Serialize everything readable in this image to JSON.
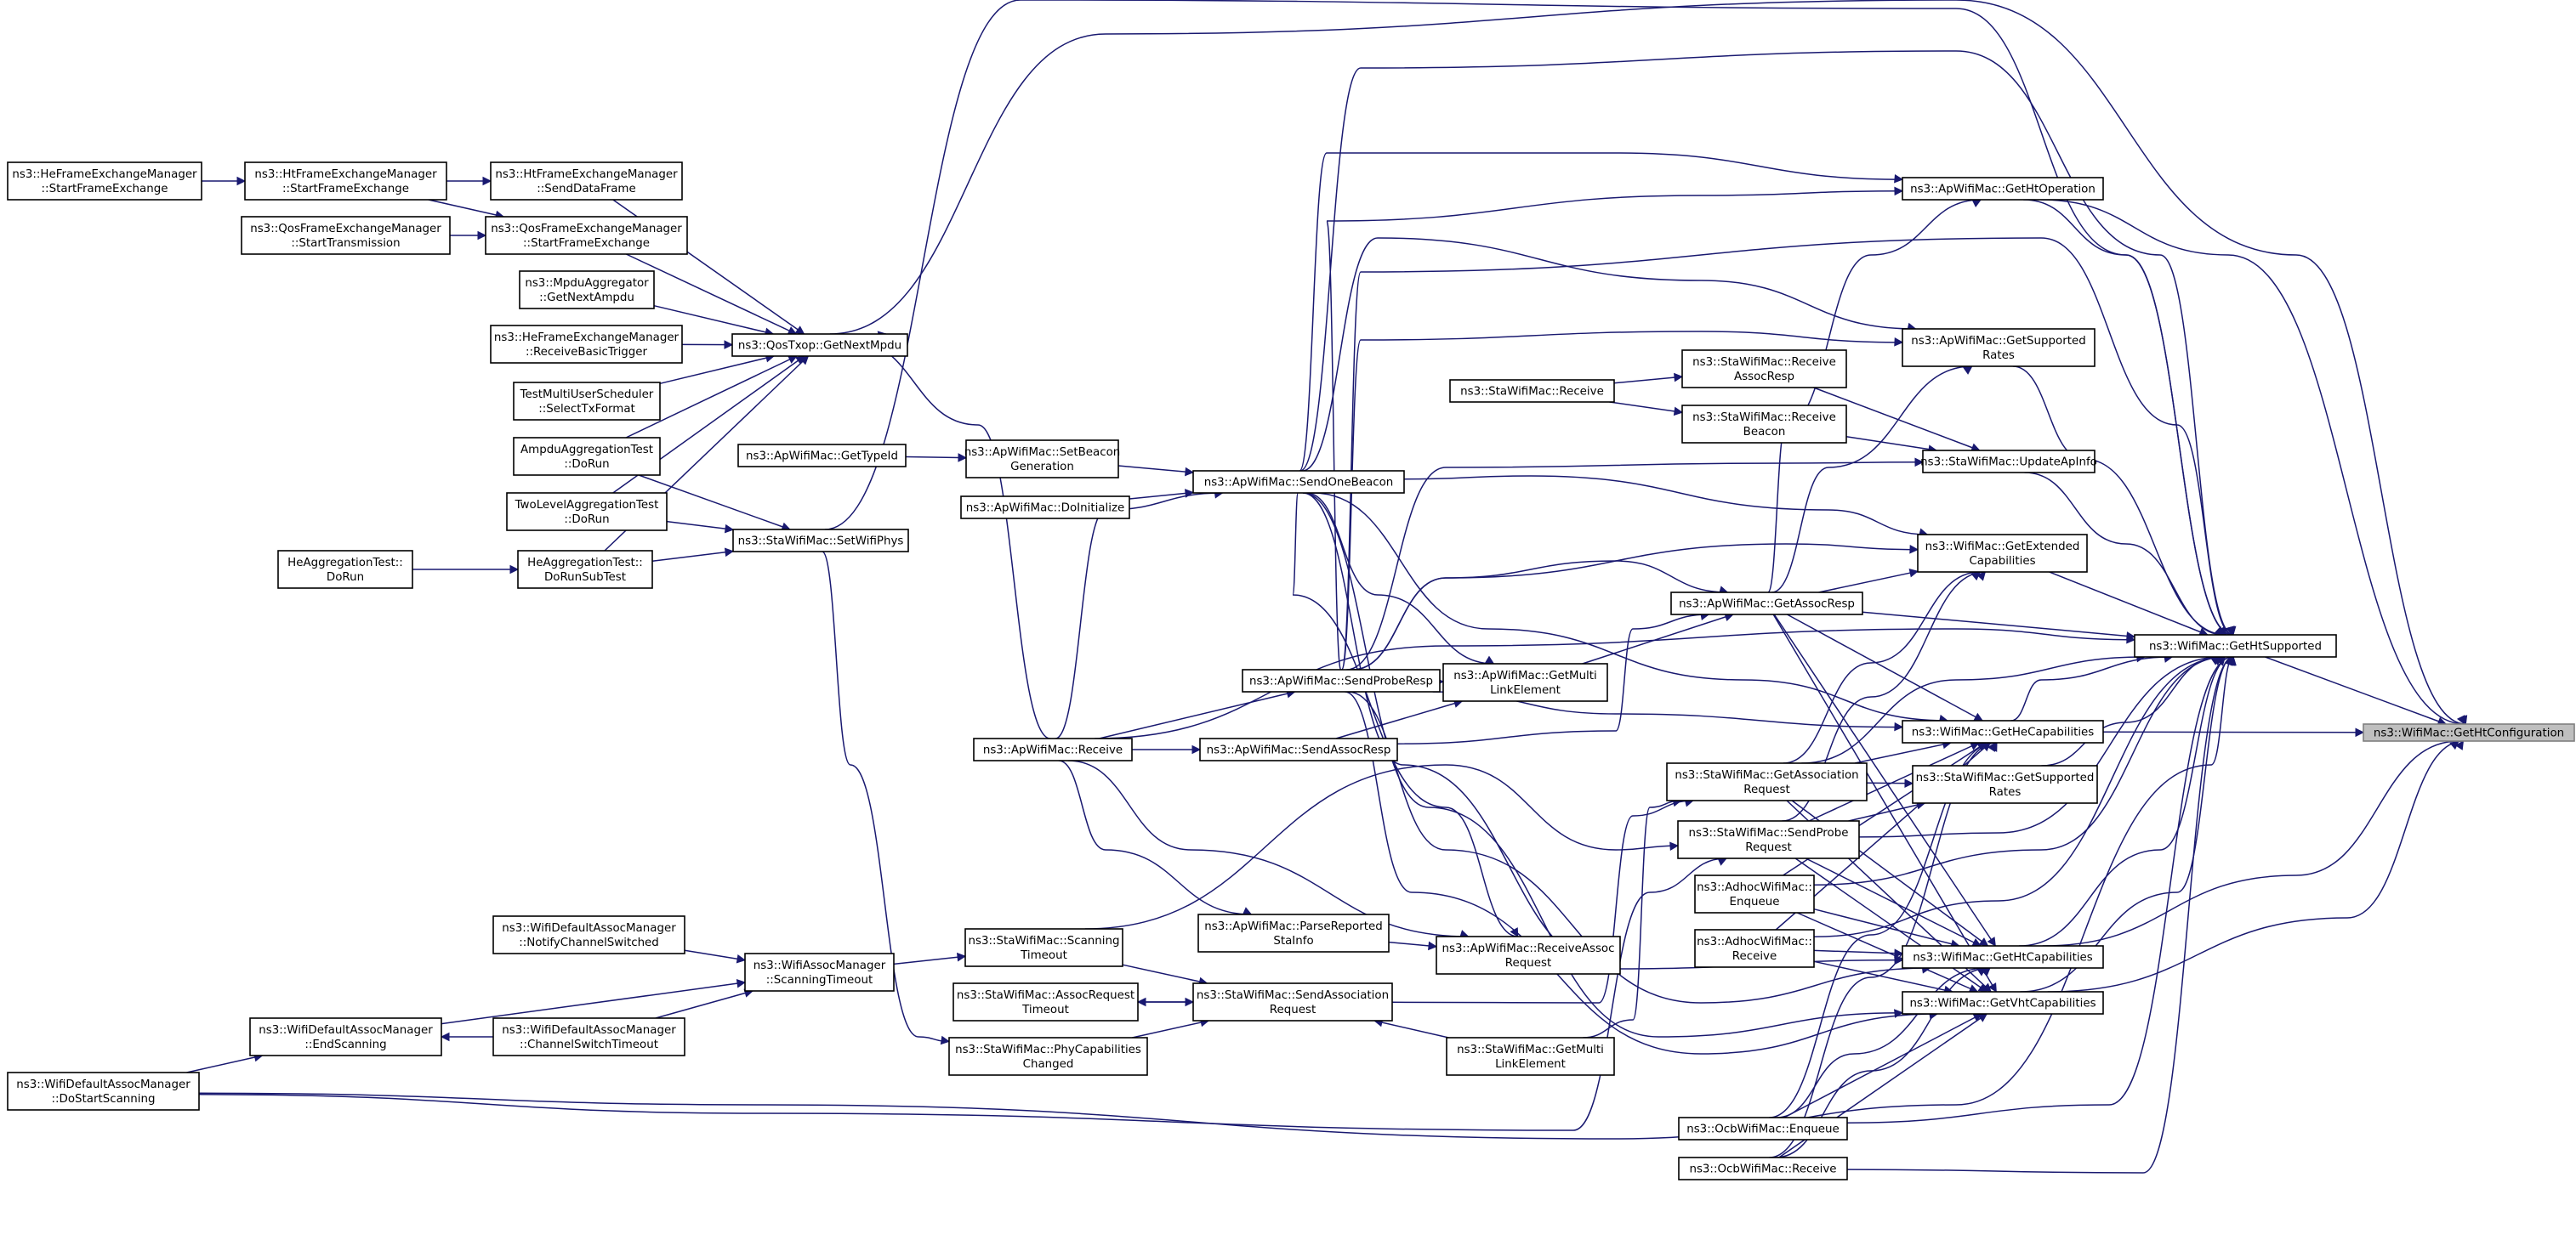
{
  "colors": {
    "edge": "#191970",
    "node_border": "#000000",
    "focus_fill": "#bfbfbf",
    "background": "#ffffff"
  },
  "nodes": [
    {
      "id": "getHtConfiguration",
      "lines": [
        "ns3::WifiMac::GetHtConfiguration"
      ],
      "focus": true
    },
    {
      "id": "getHtSupported",
      "lines": [
        "ns3::WifiMac::GetHtSupported"
      ]
    },
    {
      "id": "getHtOperation",
      "lines": [
        "ns3::ApWifiMac::GetHtOperation"
      ]
    },
    {
      "id": "apGetSupportedRates",
      "lines": [
        "ns3::ApWifiMac::GetSupported",
        "Rates"
      ]
    },
    {
      "id": "updateApInfo",
      "lines": [
        "ns3::StaWifiMac::UpdateApInfo"
      ]
    },
    {
      "id": "getExtendedCaps",
      "lines": [
        "ns3::WifiMac::GetExtended",
        "Capabilities"
      ]
    },
    {
      "id": "getHeCaps",
      "lines": [
        "ns3::WifiMac::GetHeCapabilities"
      ]
    },
    {
      "id": "staGetSupportedRates",
      "lines": [
        "ns3::StaWifiMac::GetSupported",
        "Rates"
      ]
    },
    {
      "id": "getHtCaps",
      "lines": [
        "ns3::WifiMac::GetHtCapabilities"
      ]
    },
    {
      "id": "getVhtCaps",
      "lines": [
        "ns3::WifiMac::GetVhtCapabilities"
      ]
    },
    {
      "id": "staReceiveAssocResp",
      "lines": [
        "ns3::StaWifiMac::Receive",
        "AssocResp"
      ]
    },
    {
      "id": "staReceiveBeacon",
      "lines": [
        "ns3::StaWifiMac::Receive",
        "Beacon"
      ]
    },
    {
      "id": "staReceive",
      "lines": [
        "ns3::StaWifiMac::Receive"
      ]
    },
    {
      "id": "getAssocResp",
      "lines": [
        "ns3::ApWifiMac::GetAssocResp"
      ]
    },
    {
      "id": "apGetMultiLink",
      "lines": [
        "ns3::ApWifiMac::GetMulti",
        "LinkElement"
      ]
    },
    {
      "id": "getAssocRequest",
      "lines": [
        "ns3::StaWifiMac::GetAssociation",
        "Request"
      ]
    },
    {
      "id": "sendProbeRequest",
      "lines": [
        "ns3::StaWifiMac::SendProbe",
        "Request"
      ]
    },
    {
      "id": "adhocEnqueue",
      "lines": [
        "ns3::AdhocWifiMac::",
        "Enqueue"
      ]
    },
    {
      "id": "adhocReceive",
      "lines": [
        "ns3::AdhocWifiMac::",
        "Receive"
      ]
    },
    {
      "id": "ocbEnqueue",
      "lines": [
        "ns3::OcbWifiMac::Enqueue"
      ]
    },
    {
      "id": "ocbReceive",
      "lines": [
        "ns3::OcbWifiMac::Receive"
      ]
    },
    {
      "id": "sendOneBeacon",
      "lines": [
        "ns3::ApWifiMac::SendOneBeacon"
      ]
    },
    {
      "id": "sendProbeResp",
      "lines": [
        "ns3::ApWifiMac::SendProbeResp"
      ]
    },
    {
      "id": "apReceive",
      "lines": [
        "ns3::ApWifiMac::Receive"
      ]
    },
    {
      "id": "sendAssocResp",
      "lines": [
        "ns3::ApWifiMac::SendAssocResp"
      ]
    },
    {
      "id": "parseReportedStaInfo",
      "lines": [
        "ns3::ApWifiMac::ParseReported",
        "StaInfo"
      ]
    },
    {
      "id": "receiveAssocRequest",
      "lines": [
        "ns3::ApWifiMac::ReceiveAssoc",
        "Request"
      ]
    },
    {
      "id": "sendAssociationRequest",
      "lines": [
        "ns3::StaWifiMac::SendAssociation",
        "Request"
      ]
    },
    {
      "id": "staGetMultiLink",
      "lines": [
        "ns3::StaWifiMac::GetMulti",
        "LinkElement"
      ]
    },
    {
      "id": "setBeaconGeneration",
      "lines": [
        "ns3::ApWifiMac::SetBeacon",
        "Generation"
      ]
    },
    {
      "id": "doInitialize",
      "lines": [
        "ns3::ApWifiMac::DoInitialize"
      ]
    },
    {
      "id": "getTypeId",
      "lines": [
        "ns3::ApWifiMac::GetTypeId"
      ]
    },
    {
      "id": "getNextMpdu",
      "lines": [
        "ns3::QosTxop::GetNextMpdu"
      ]
    },
    {
      "id": "setWifiPhys",
      "lines": [
        "ns3::StaWifiMac::SetWifiPhys"
      ]
    },
    {
      "id": "scanningTimeout",
      "lines": [
        "ns3::StaWifiMac::Scanning",
        "Timeout"
      ]
    },
    {
      "id": "assocRequestTimeout",
      "lines": [
        "ns3::StaWifiMac::AssocRequest",
        "Timeout"
      ]
    },
    {
      "id": "phyCapsChanged",
      "lines": [
        "ns3::StaWifiMac::PhyCapabilities",
        "Changed"
      ]
    },
    {
      "id": "assocMgrScanningTimeout",
      "lines": [
        "ns3::WifiAssocManager",
        "::ScanningTimeout"
      ]
    },
    {
      "id": "notifyChannelSwitched",
      "lines": [
        "ns3::WifiDefaultAssocManager",
        "::NotifyChannelSwitched"
      ]
    },
    {
      "id": "channelSwitchTimeout",
      "lines": [
        "ns3::WifiDefaultAssocManager",
        "::ChannelSwitchTimeout"
      ]
    },
    {
      "id": "endScanning",
      "lines": [
        "ns3::WifiDefaultAssocManager",
        "::EndScanning"
      ]
    },
    {
      "id": "doStartScanning",
      "lines": [
        "ns3::WifiDefaultAssocManager",
        "::DoStartScanning"
      ]
    },
    {
      "id": "htSendDataFrame",
      "lines": [
        "ns3::HtFrameExchangeManager",
        "::SendDataFrame"
      ]
    },
    {
      "id": "qosStartFrameExchange",
      "lines": [
        "ns3::QosFrameExchangeManager",
        "::StartFrameExchange"
      ]
    },
    {
      "id": "getNextAmpdu",
      "lines": [
        "ns3::MpduAggregator",
        "::GetNextAmpdu"
      ]
    },
    {
      "id": "receiveBasicTrigger",
      "lines": [
        "ns3::HeFrameExchangeManager",
        "::ReceiveBasicTrigger"
      ]
    },
    {
      "id": "selectTxFormat",
      "lines": [
        "TestMultiUserScheduler",
        "::SelectTxFormat"
      ]
    },
    {
      "id": "ampduAggDoRun",
      "lines": [
        "AmpduAggregationTest",
        "::DoRun"
      ]
    },
    {
      "id": "twoLevelDoRun",
      "lines": [
        "TwoLevelAggregationTest",
        "::DoRun"
      ]
    },
    {
      "id": "heAggDoRunSubTest",
      "lines": [
        "HeAggregationTest::",
        "DoRunSubTest"
      ]
    },
    {
      "id": "heAggDoRun",
      "lines": [
        "HeAggregationTest::",
        "DoRun"
      ]
    },
    {
      "id": "htStartFrameExchange",
      "lines": [
        "ns3::HtFrameExchangeManager",
        "::StartFrameExchange"
      ]
    },
    {
      "id": "qosStartTransmission",
      "lines": [
        "ns3::QosFrameExchangeManager",
        "::StartTransmission"
      ]
    },
    {
      "id": "heStartFrameExchange",
      "lines": [
        "ns3::HeFrameExchangeManager",
        "::StartFrameExchange"
      ]
    }
  ]
}
